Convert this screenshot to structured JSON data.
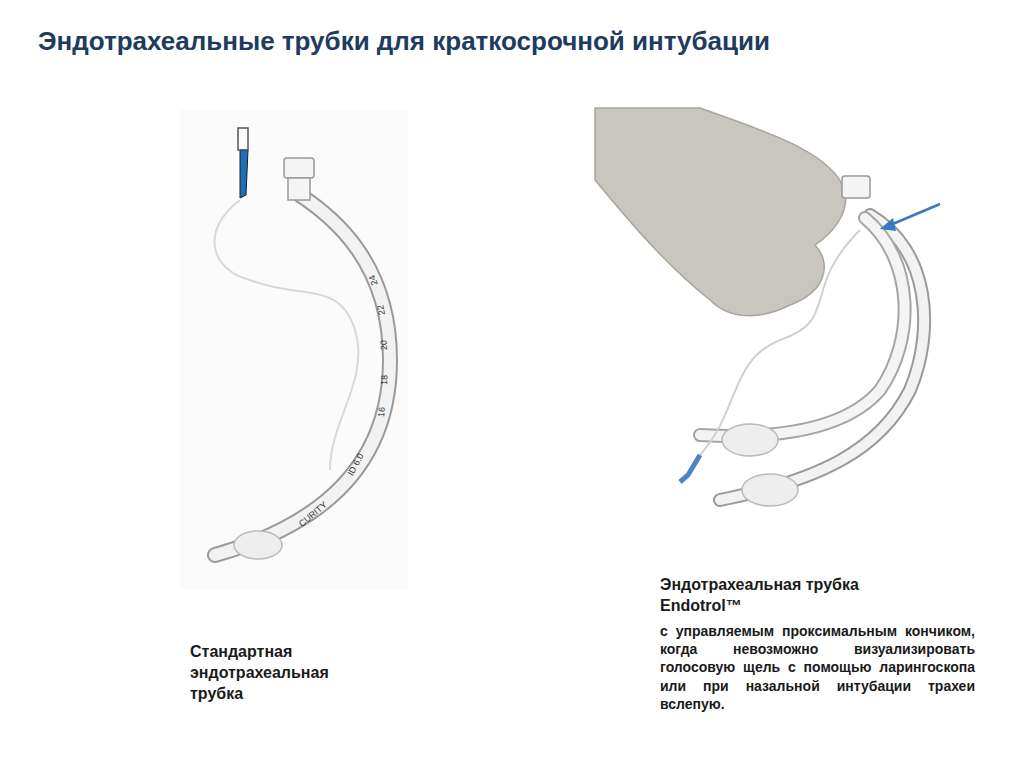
{
  "diagram": {
    "title": "Эндотрахеальные трубки для краткосрочной интубации",
    "labels": [
      "Стандартная эндотрахеальная трубка",
      "Эндотрахеальная трубка Endotrol™",
      "с управляемым проксимальным кончиком, когда невозможно визуализировать голосовую щель с помощью ларингоскопа или при назальной интубации трахеи вслепую.",
      "CURITY",
      "ID 6.0",
      "16",
      "18",
      "20",
      "22",
      "24"
    ]
  }
}
